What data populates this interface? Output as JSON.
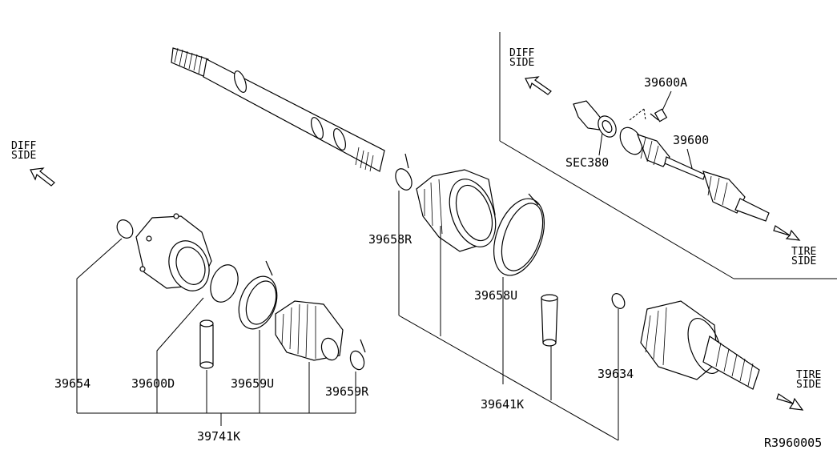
{
  "diagram_id": "R3960005",
  "direction_labels": {
    "diff_side_left": [
      "DIFF",
      "SIDE"
    ],
    "diff_side_inset": [
      "DIFF",
      "SIDE"
    ],
    "tire_side_inset": [
      "TIRE",
      "SIDE"
    ],
    "tire_side_right": [
      "TIRE",
      "SIDE"
    ]
  },
  "inset_labels": {
    "bolt": "39600A",
    "shaft_assembly": "39600",
    "section_ref": "SEC380"
  },
  "part_labels": {
    "p39654": "39654",
    "p39600D": "39600D",
    "p39659U": "39659U",
    "p39659R": "39659R",
    "p39741K": "39741K",
    "p39658R": "39658R",
    "p39658U": "39658U",
    "p39641K": "39641K",
    "p39634": "39634"
  }
}
